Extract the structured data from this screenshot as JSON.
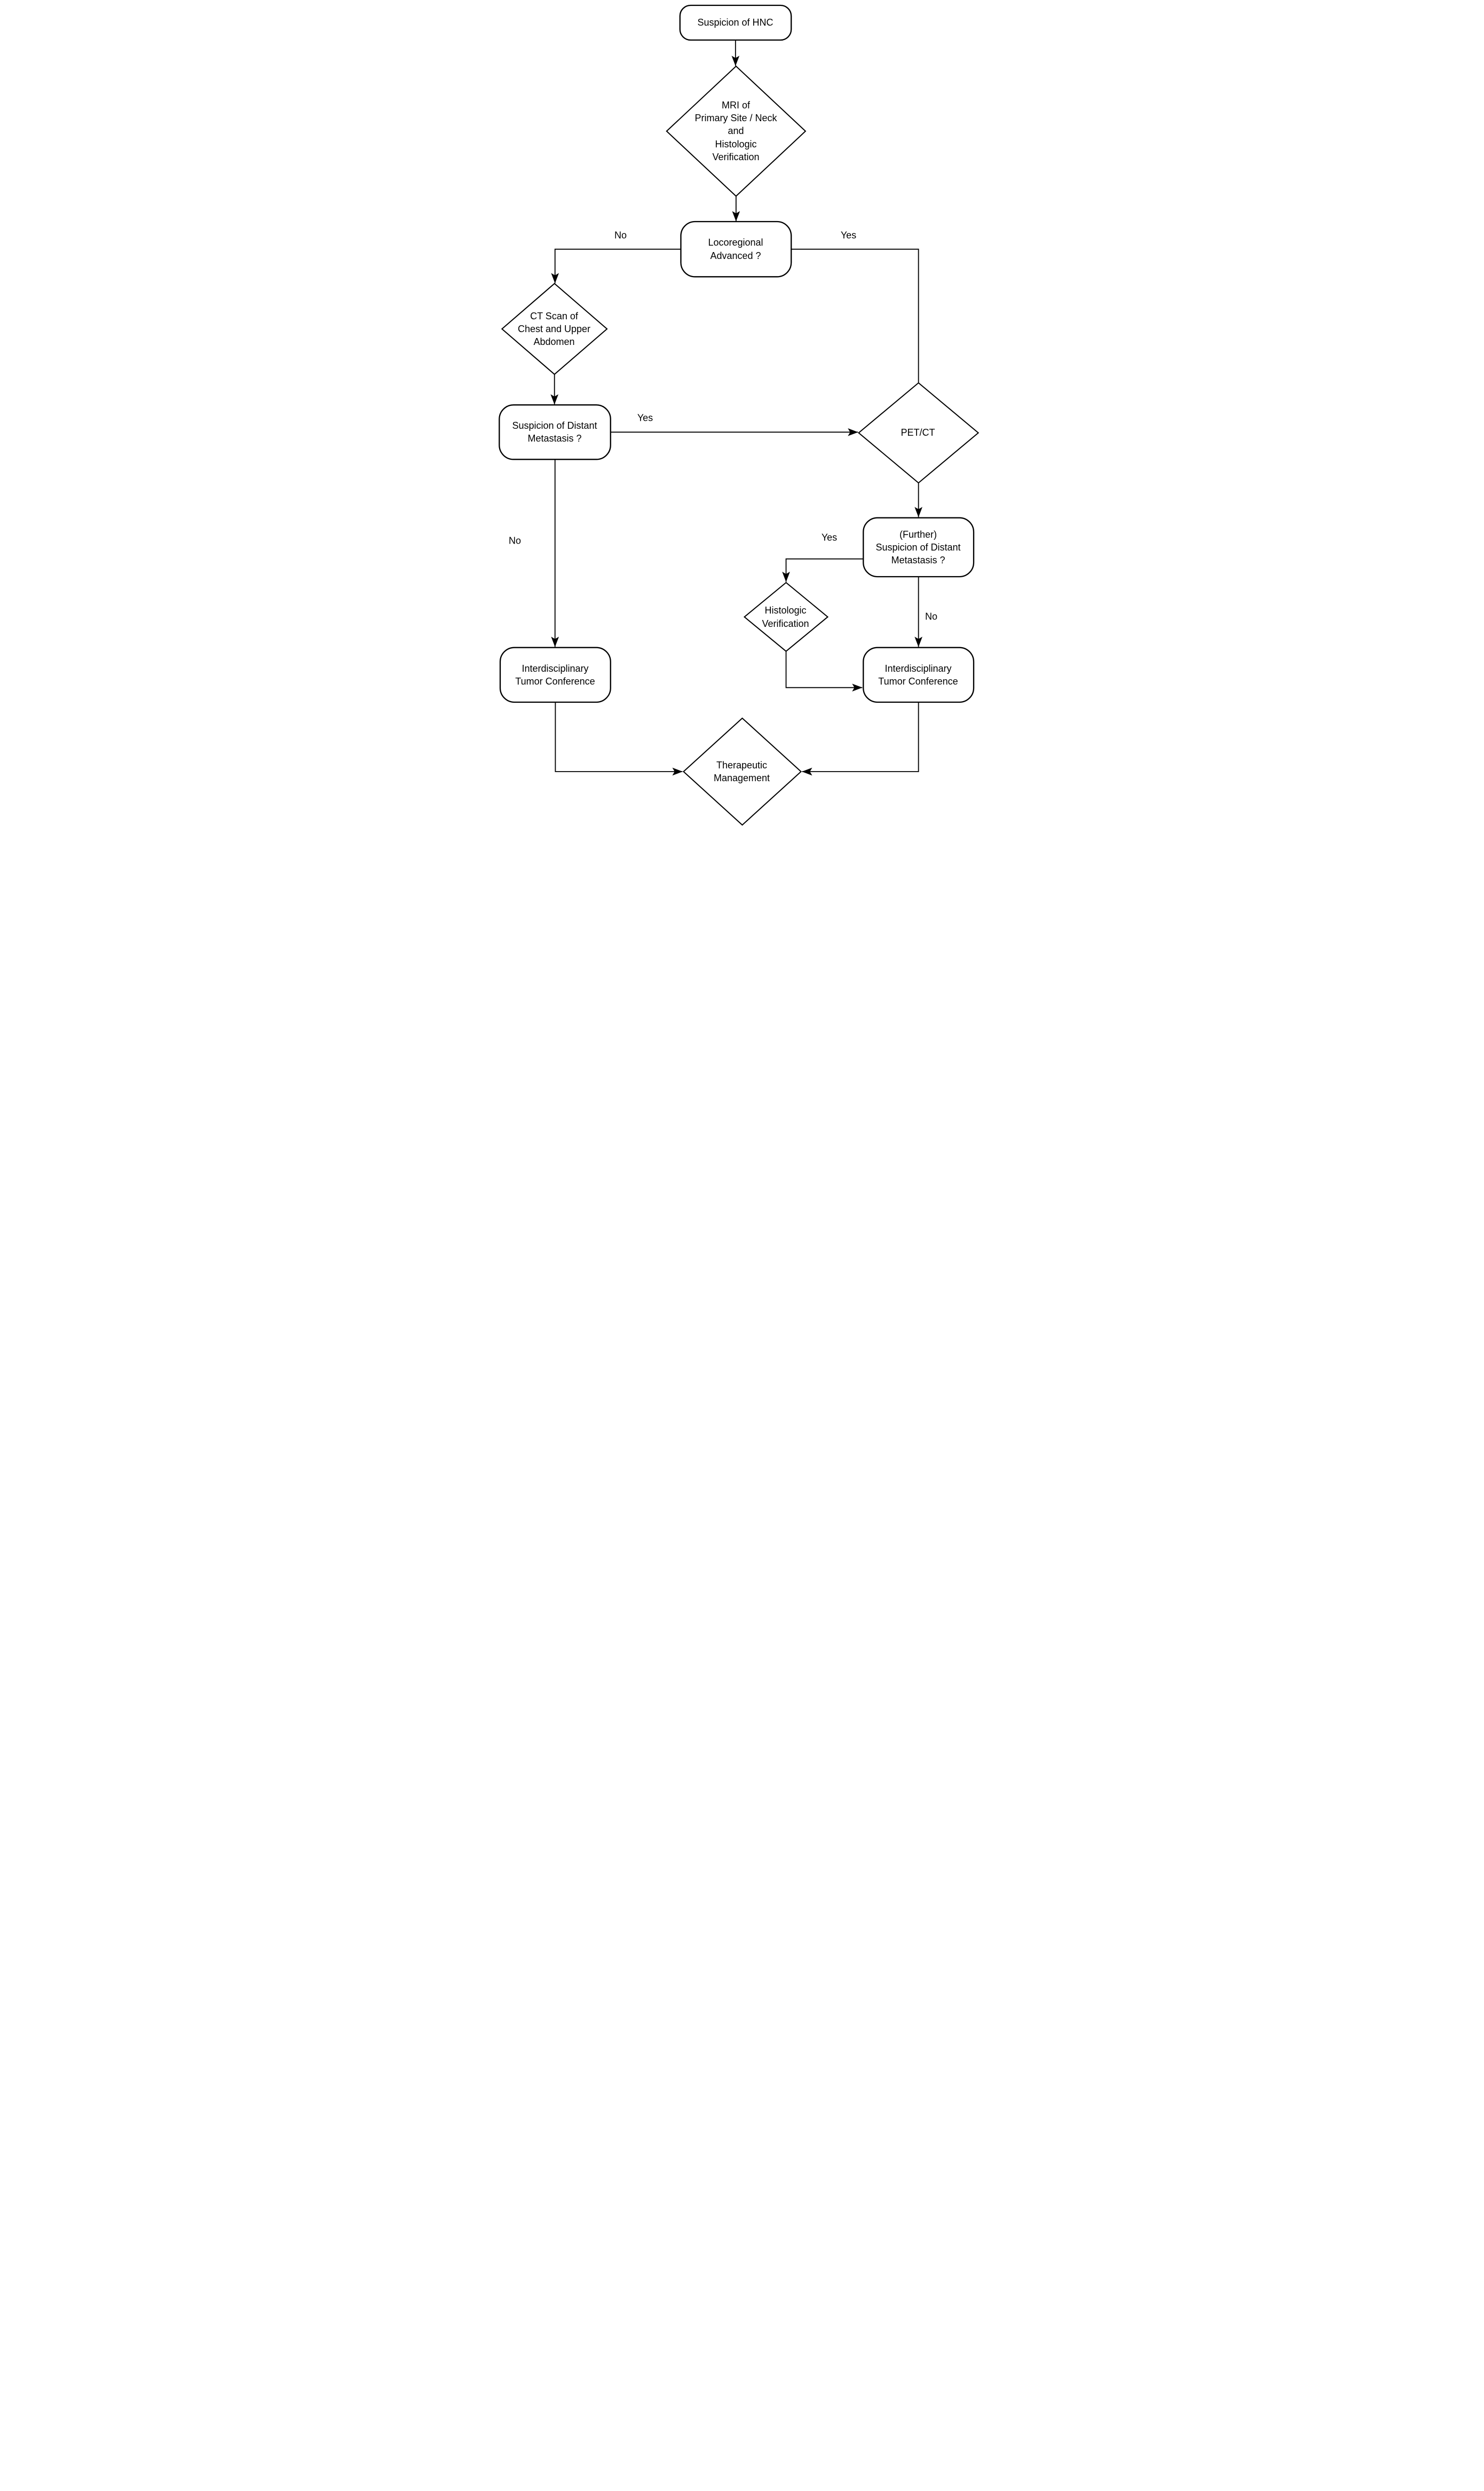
{
  "diagram": {
    "nodes": {
      "suspicion_hnc": {
        "label": "Suspicion of HNC",
        "shape": "rounded-rect"
      },
      "mri": {
        "label": "MRI of\nPrimary Site / Neck\nand\nHistologic\nVerification",
        "shape": "diamond"
      },
      "locoregional": {
        "label": "Locoregional\nAdvanced ?",
        "shape": "rounded-rect"
      },
      "ct_scan": {
        "label": "CT Scan of\nChest and Upper\nAbdomen",
        "shape": "diamond"
      },
      "suspicion_distant": {
        "label": "Suspicion of Distant\nMetastasis ?",
        "shape": "rounded-rect"
      },
      "pet_ct": {
        "label": "PET/CT",
        "shape": "diamond"
      },
      "further_suspicion": {
        "label": "(Further)\nSuspicion of Distant\nMetastasis ?",
        "shape": "rounded-rect"
      },
      "histologic_verification": {
        "label": "Histologic\nVerification",
        "shape": "diamond"
      },
      "tumor_conference_left": {
        "label": "Interdisciplinary\nTumor Conference",
        "shape": "rounded-rect"
      },
      "tumor_conference_right": {
        "label": "Interdisciplinary\nTumor Conference",
        "shape": "rounded-rect"
      },
      "therapeutic_management": {
        "label": "Therapeutic\nManagement",
        "shape": "diamond"
      }
    },
    "edge_labels": {
      "locoregional_no": "No",
      "locoregional_yes": "Yes",
      "suspicion_distant_yes": "Yes",
      "suspicion_distant_no": "No",
      "further_suspicion_yes": "Yes",
      "further_suspicion_no": "No"
    },
    "colors": {
      "line": "#000000",
      "text": "#000000",
      "background": "#ffffff"
    }
  }
}
